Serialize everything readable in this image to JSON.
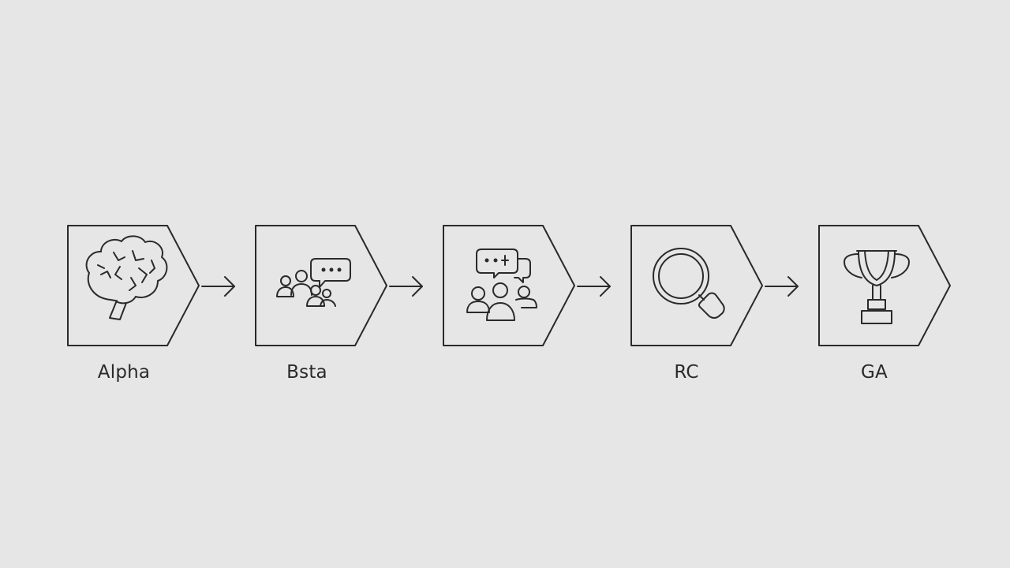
{
  "diagram": {
    "stroke_color": "#2a2a2a",
    "background_color": "#e5e6e5",
    "stages": [
      {
        "label": "Alpha",
        "icon": "brain-icon"
      },
      {
        "label": "Bsta",
        "icon": "people-chat-icon"
      },
      {
        "label": "",
        "icon": "group-discussion-icon"
      },
      {
        "label": "RC",
        "icon": "magnifying-glass-icon"
      },
      {
        "label": "GA",
        "icon": "trophy-icon"
      }
    ]
  }
}
